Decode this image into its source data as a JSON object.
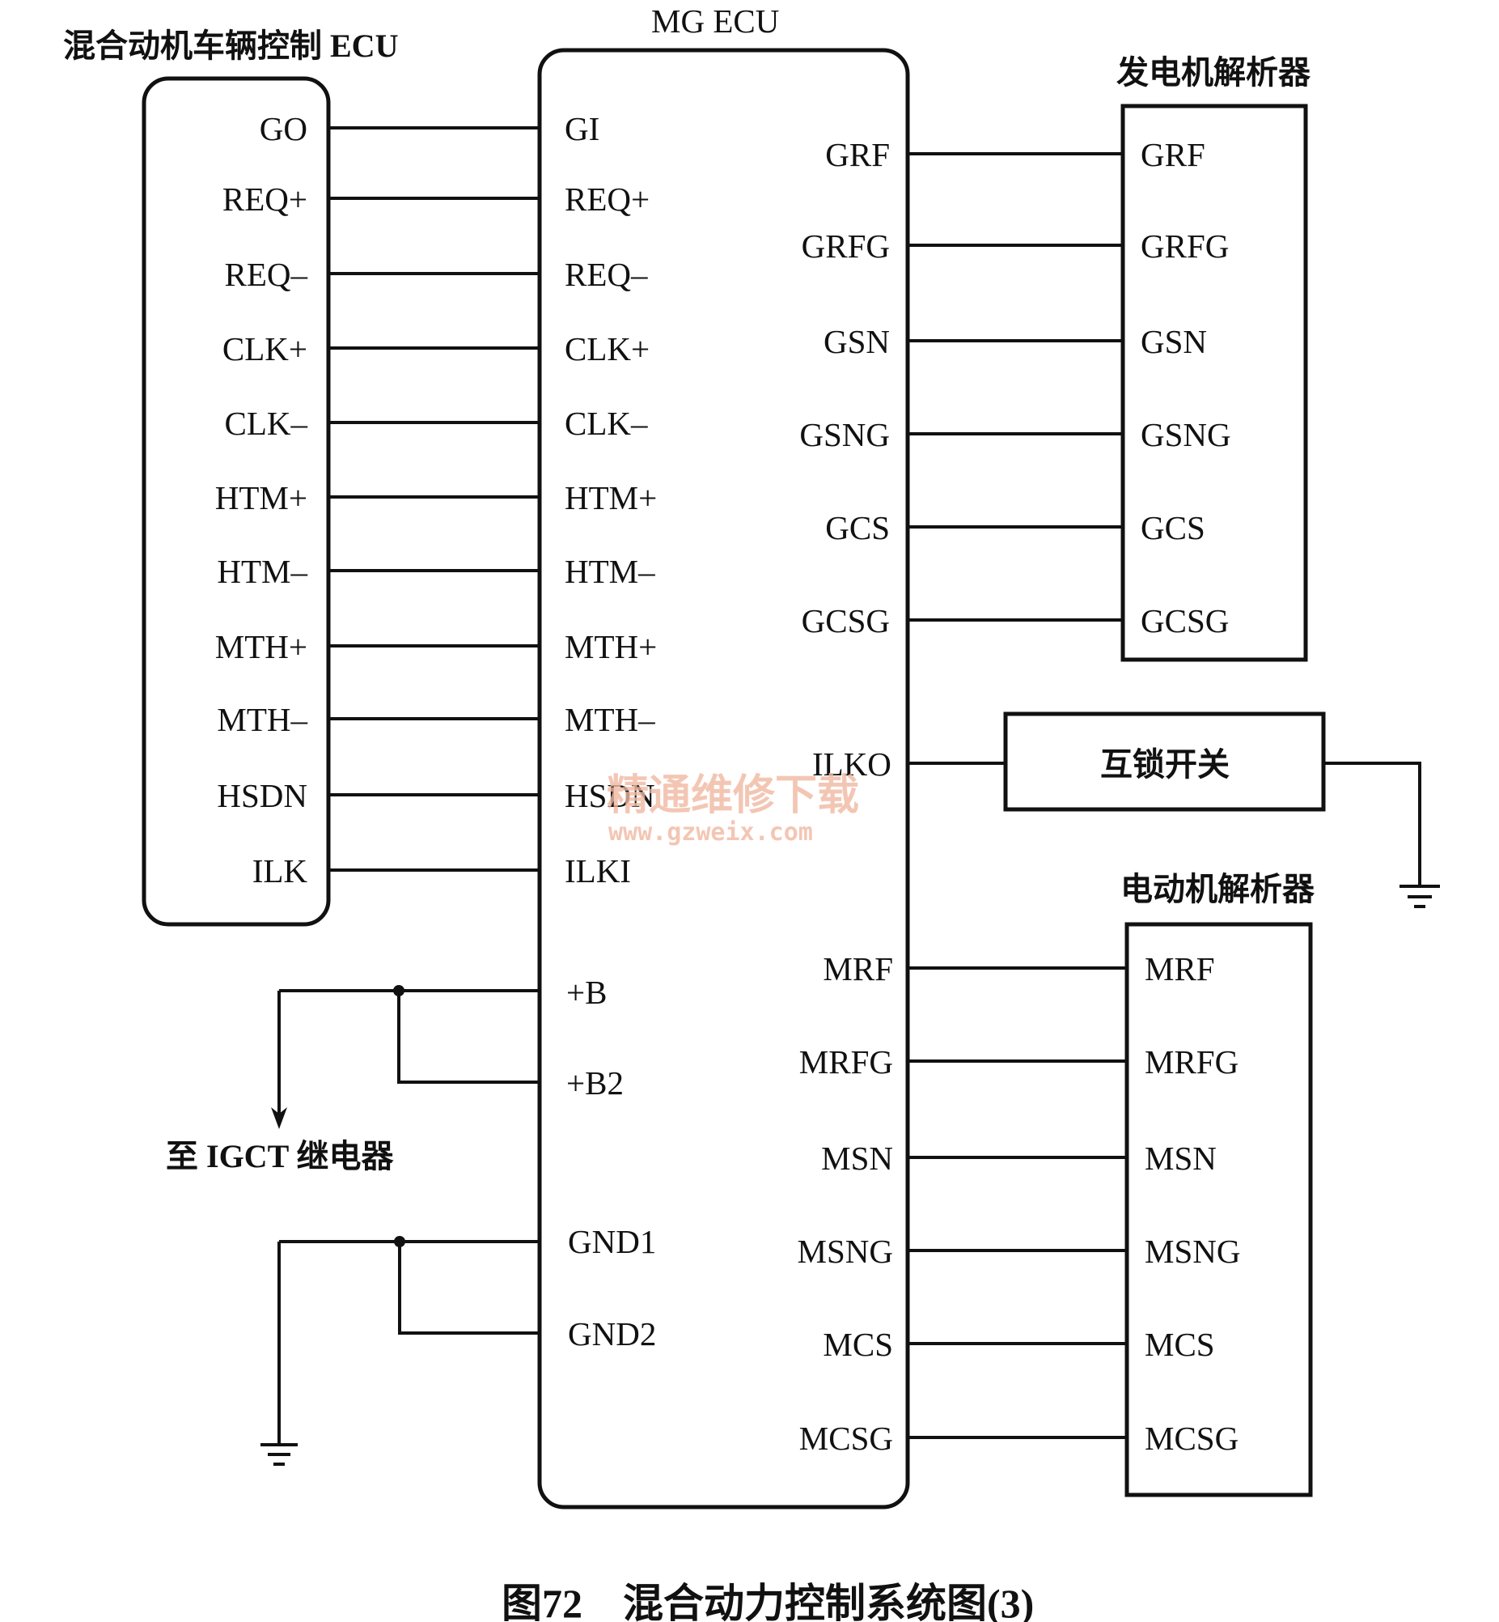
{
  "hv_ecu": {
    "title": "混合动机车辆控制 ECU",
    "pins": [
      "GO",
      "REQ+",
      "REQ–",
      "CLK+",
      "CLK–",
      "HTM+",
      "HTM–",
      "MTH+",
      "MTH–",
      "HSDN",
      "ILK"
    ]
  },
  "mg_ecu": {
    "title": "MG ECU",
    "left_pins": [
      "GI",
      "REQ+",
      "REQ–",
      "CLK+",
      "CLK–",
      "HTM+",
      "HTM–",
      "MTH+",
      "MTH–",
      "HSDN",
      "ILKI"
    ],
    "power_pins": [
      "+B",
      "+B2"
    ],
    "ground_pins": [
      "GND1",
      "GND2"
    ],
    "gen_pins": [
      "GRF",
      "GRFG",
      "GSN",
      "GSNG",
      "GCS",
      "GCSG"
    ],
    "interlock_pin": "ILKO",
    "motor_pins": [
      "MRF",
      "MRFG",
      "MSN",
      "MSNG",
      "MCS",
      "MCSG"
    ]
  },
  "generator_resolver": {
    "title": "发电机解析器",
    "pins": [
      "GRF",
      "GRFG",
      "GSN",
      "GSNG",
      "GCS",
      "GCSG"
    ]
  },
  "interlock_switch": {
    "label": "互锁开关"
  },
  "motor_resolver": {
    "title": "电动机解析器",
    "pins": [
      "MRF",
      "MRFG",
      "MSN",
      "MSNG",
      "MCS",
      "MCSG"
    ]
  },
  "relay_note": "至 IGCT 继电器",
  "caption": "图72　混合动力控制系统图(3)",
  "watermark": {
    "text": "精通维修下载",
    "url": "www.gzweix.com"
  }
}
